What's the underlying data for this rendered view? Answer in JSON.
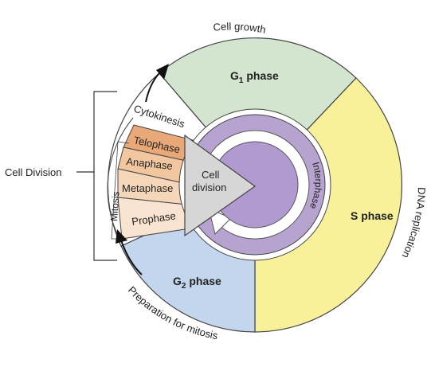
{
  "labels": {
    "cell_division": "Cell Division",
    "cell_growth": "Cell growth",
    "g1_main": "G",
    "g1_sub": "1",
    "g1_tail": " phase",
    "s_phase": "S phase",
    "g2_main": "G",
    "g2_sub": "2",
    "g2_tail": " phase",
    "dna_replication": "DNA replication",
    "preparation": "Preparation for mitosis",
    "interphase": "Interphase",
    "mitosis": "Mitosis",
    "cytokinesis": "Cytokinesis",
    "telophase": "Telophase",
    "anaphase": "Anaphase",
    "metaphase": "Metaphase",
    "prophase": "Prophase",
    "center_line1": "Cell",
    "center_line2": "division"
  },
  "colors": {
    "g1": "#d3e4cf",
    "s": "#f8f19a",
    "g2": "#c3d6ed",
    "interphase_ring": "#b6a3cf",
    "inner_disc": "#b09ad0",
    "center_wedge": "#d6d6d6",
    "telophase": "#e8a877",
    "anaphase": "#f2c79f",
    "metaphase": "#f5d6b8",
    "prophase": "#f9e4d1",
    "arrow": "#111111"
  }
}
